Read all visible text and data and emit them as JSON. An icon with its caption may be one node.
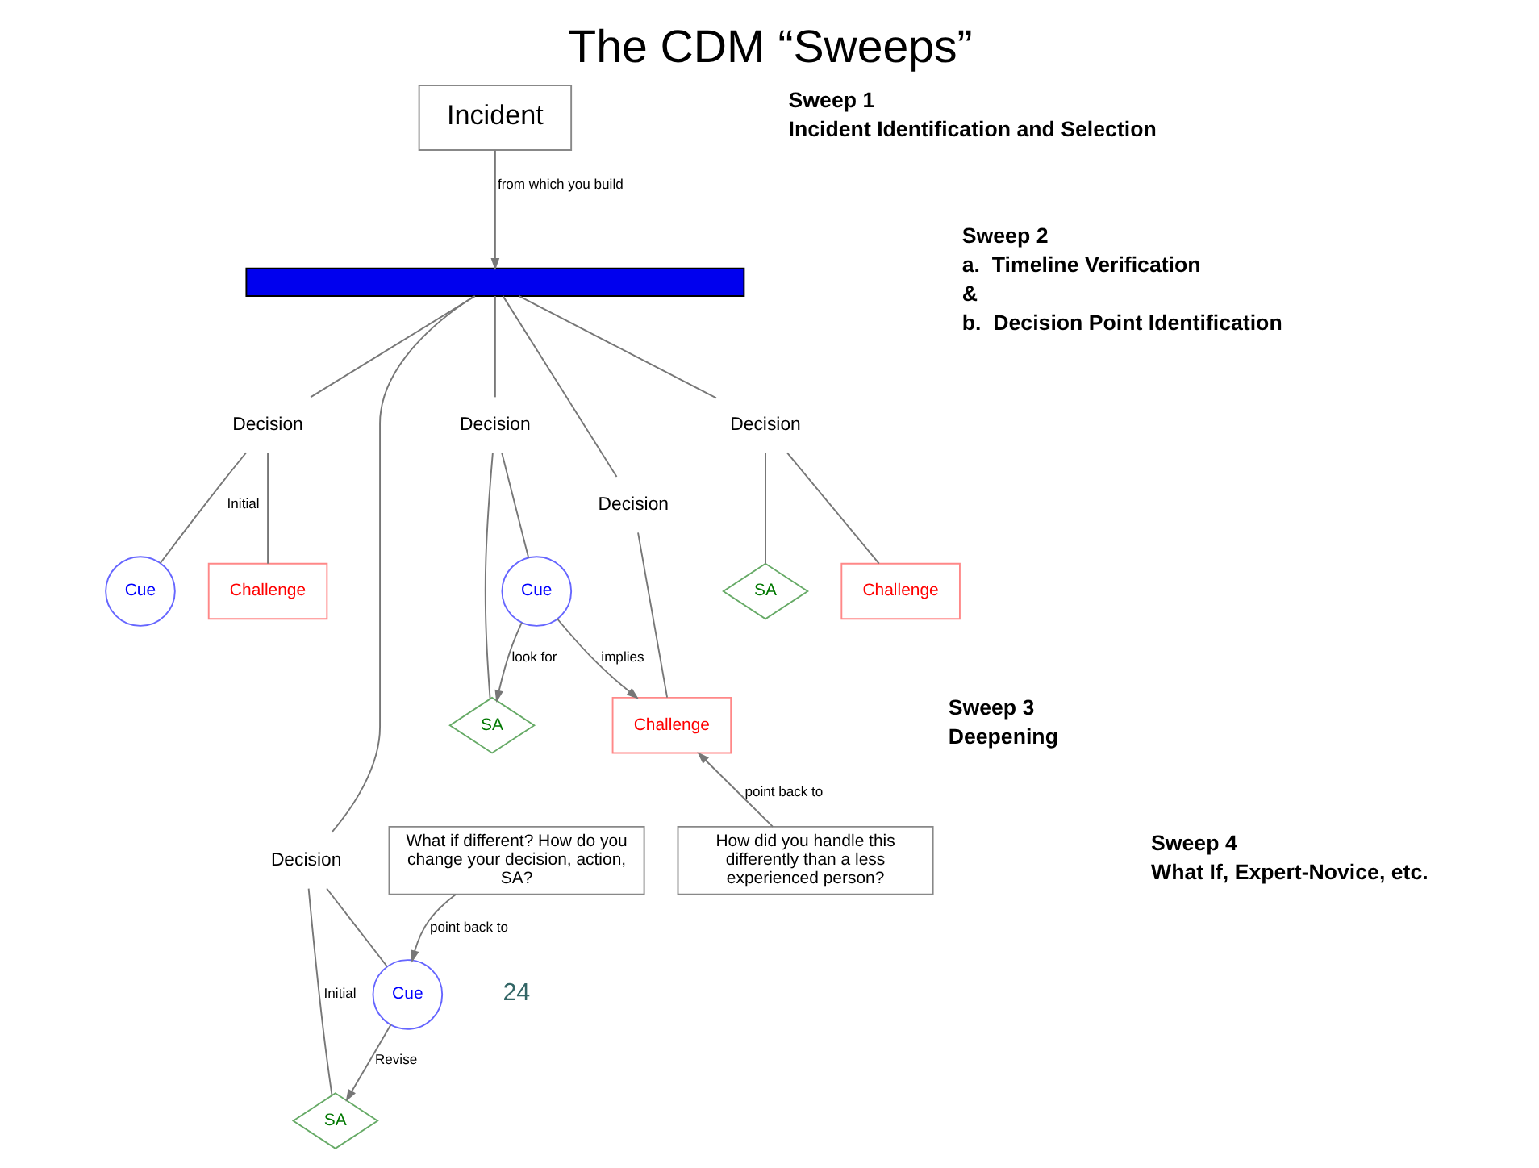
{
  "diagram": {
    "title": "The CDM “Sweeps”",
    "nodes": [
      {
        "text": [
          "Incident"
        ]
      },
      {
        "text": [],
        "shape": "bar"
      },
      {
        "text": [
          "Decision"
        ]
      },
      {
        "text": [
          "Decision"
        ]
      },
      {
        "text": [
          "Decision"
        ]
      },
      {
        "text": [
          "Decision"
        ]
      },
      {
        "text": [
          "Decision"
        ]
      },
      {
        "text": [
          "Cue"
        ]
      },
      {
        "text": [
          "Challenge"
        ]
      },
      {
        "text": [
          "SA"
        ]
      },
      {
        "text": [
          "Cue"
        ]
      },
      {
        "text": [
          "SA"
        ]
      },
      {
        "text": [
          "Cue"
        ]
      },
      {
        "text": [
          "Challenge"
        ]
      },
      {
        "text": [
          "SA"
        ]
      },
      {
        "text": [
          "Challenge"
        ]
      },
      {
        "text": [
          "What if different? How do you change your decision, action, SA?"
        ]
      },
      {
        "text": [
          "How did you handle this differently than a less experienced person?"
        ]
      }
    ],
    "edges": [
      {
        "from": 0,
        "to": 1,
        "arrow": "to",
        "label": "from which you build"
      },
      {
        "from": 1,
        "to": 2,
        "arrow": "none"
      },
      {
        "from": 1,
        "to": 3,
        "arrow": "none"
      },
      {
        "from": 1,
        "to": 4,
        "arrow": "none"
      },
      {
        "from": 1,
        "to": 5,
        "arrow": "none"
      },
      {
        "from": 1,
        "to": 6,
        "arrow": "none"
      },
      {
        "from": 2,
        "to": 7,
        "arrow": "none",
        "label": "Initial"
      },
      {
        "from": 2,
        "to": 8,
        "arrow": "none"
      },
      {
        "from": 3,
        "to": 9,
        "arrow": "none",
        "label": "Initial"
      },
      {
        "from": 3,
        "to": 10,
        "arrow": "none"
      },
      {
        "from": 4,
        "to": 11,
        "arrow": "none"
      },
      {
        "from": 4,
        "to": 12,
        "arrow": "none"
      },
      {
        "from": 5,
        "to": 13,
        "arrow": "none"
      },
      {
        "from": 6,
        "to": 14,
        "arrow": "none"
      },
      {
        "from": 6,
        "to": 15,
        "arrow": "none"
      },
      {
        "from": 12,
        "to": 11,
        "arrow": "to",
        "label": "look for"
      },
      {
        "from": 12,
        "to": 13,
        "arrow": "to",
        "label": "implies"
      },
      {
        "from": 10,
        "to": 9,
        "arrow": "to",
        "label": "Revise"
      },
      {
        "from": 16,
        "to": 10,
        "arrow": "to",
        "label": "point back to"
      },
      {
        "from": 17,
        "to": 13,
        "arrow": "to",
        "label": "point back to"
      }
    ],
    "labels": [
      "Sweep 1",
      "Incident Identification and Selection",
      "Sweep 2",
      "a.  Timeline Verification",
      "&",
      "b.  Decision Point Identification",
      "Sweep 3",
      "Deepening",
      "Sweep 4",
      "What If, Expert-Novice, etc.",
      "24"
    ]
  }
}
